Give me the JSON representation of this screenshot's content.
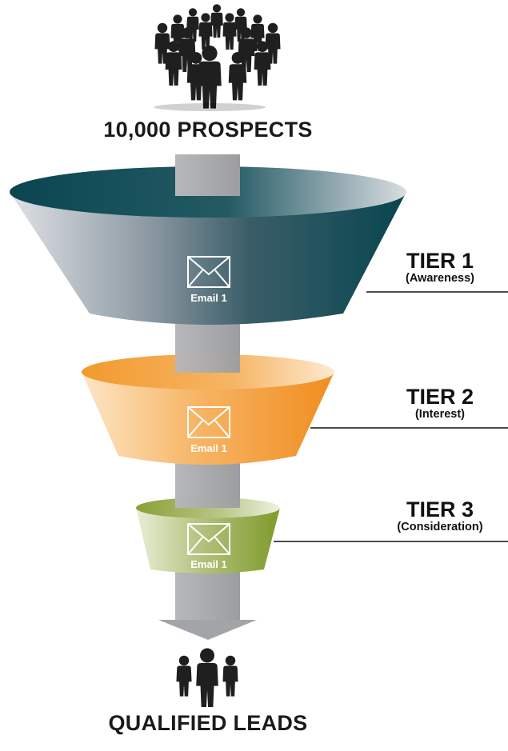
{
  "header": {
    "title": "10,000 PROSPECTS",
    "crowd_icon": "crowd-icon"
  },
  "footer": {
    "title": "QUALIFIED LEADS",
    "group_icon": "group-icon"
  },
  "tiers": [
    {
      "name": "TIER 1",
      "subtitle": "(Awareness)",
      "email_label": "Email 1",
      "icon": "envelope-icon",
      "color": "#0b4a55"
    },
    {
      "name": "TIER 2",
      "subtitle": "(Interest)",
      "email_label": "Email 1",
      "icon": "envelope-icon",
      "color": "#f0952a"
    },
    {
      "name": "TIER 3",
      "subtitle": "(Consideration)",
      "email_label": "Email 1",
      "icon": "envelope-icon",
      "color": "#8a9e35"
    }
  ],
  "colors": {
    "arrow": "#a7a8ab",
    "text": "#1a1a1a"
  }
}
